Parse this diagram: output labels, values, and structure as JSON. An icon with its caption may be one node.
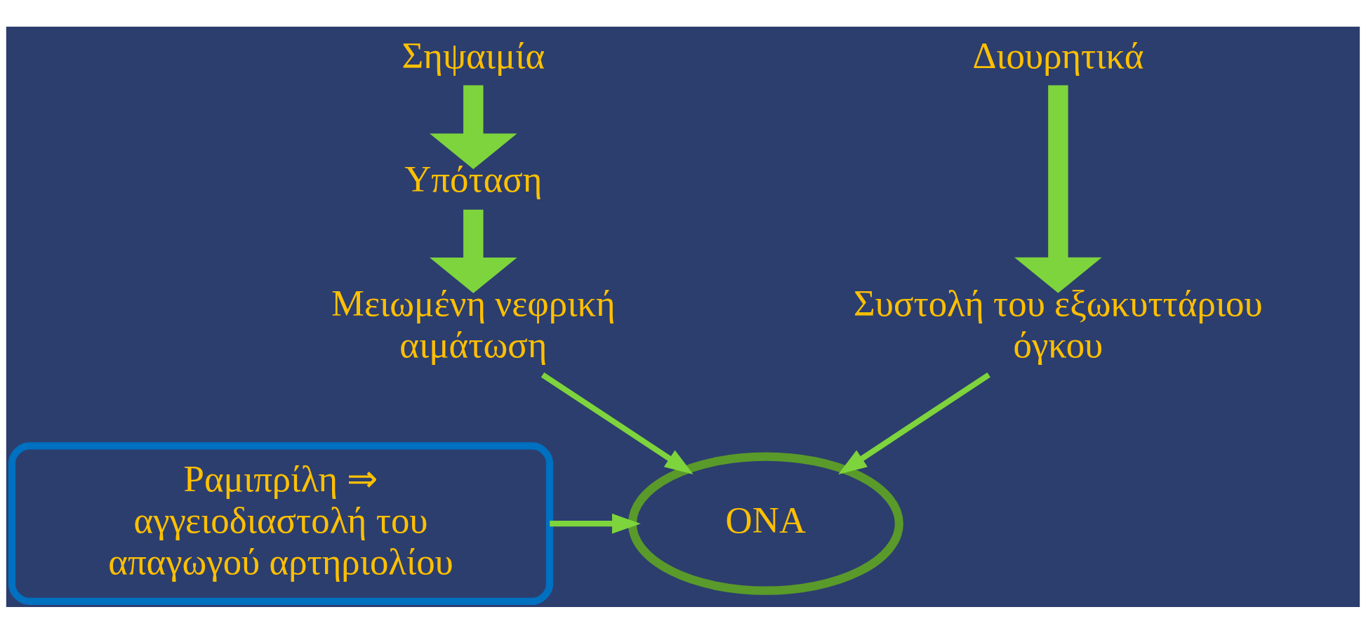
{
  "diagram": {
    "nodes": [
      {
        "text": [
          "Σηψαιμία"
        ]
      },
      {
        "text": [
          "Υπόταση"
        ]
      },
      {
        "text": [
          "Μειωμένη νεφρική αιμάτωση"
        ]
      },
      {
        "text": [
          "Διουρητικά"
        ]
      },
      {
        "text": [
          "Συστολή του εξωκυττάριου όγκου"
        ]
      },
      {
        "text": [
          "ΟΝΑ"
        ]
      },
      {
        "text": [
          "Ραμιπρίλη ⇒ αγγειοδιαστολή του απαγωγού αρτηριολίου"
        ]
      }
    ],
    "edges": [
      {
        "from": 0,
        "to": 1,
        "arrow": "to",
        "style": "thick"
      },
      {
        "from": 1,
        "to": 2,
        "arrow": "to",
        "style": "thick"
      },
      {
        "from": 3,
        "to": 4,
        "arrow": "to",
        "style": "thick"
      },
      {
        "from": 2,
        "to": 5,
        "arrow": "to"
      },
      {
        "from": 4,
        "to": 5,
        "arrow": "to"
      },
      {
        "from": 6,
        "to": 5,
        "arrow": "to"
      }
    ]
  }
}
